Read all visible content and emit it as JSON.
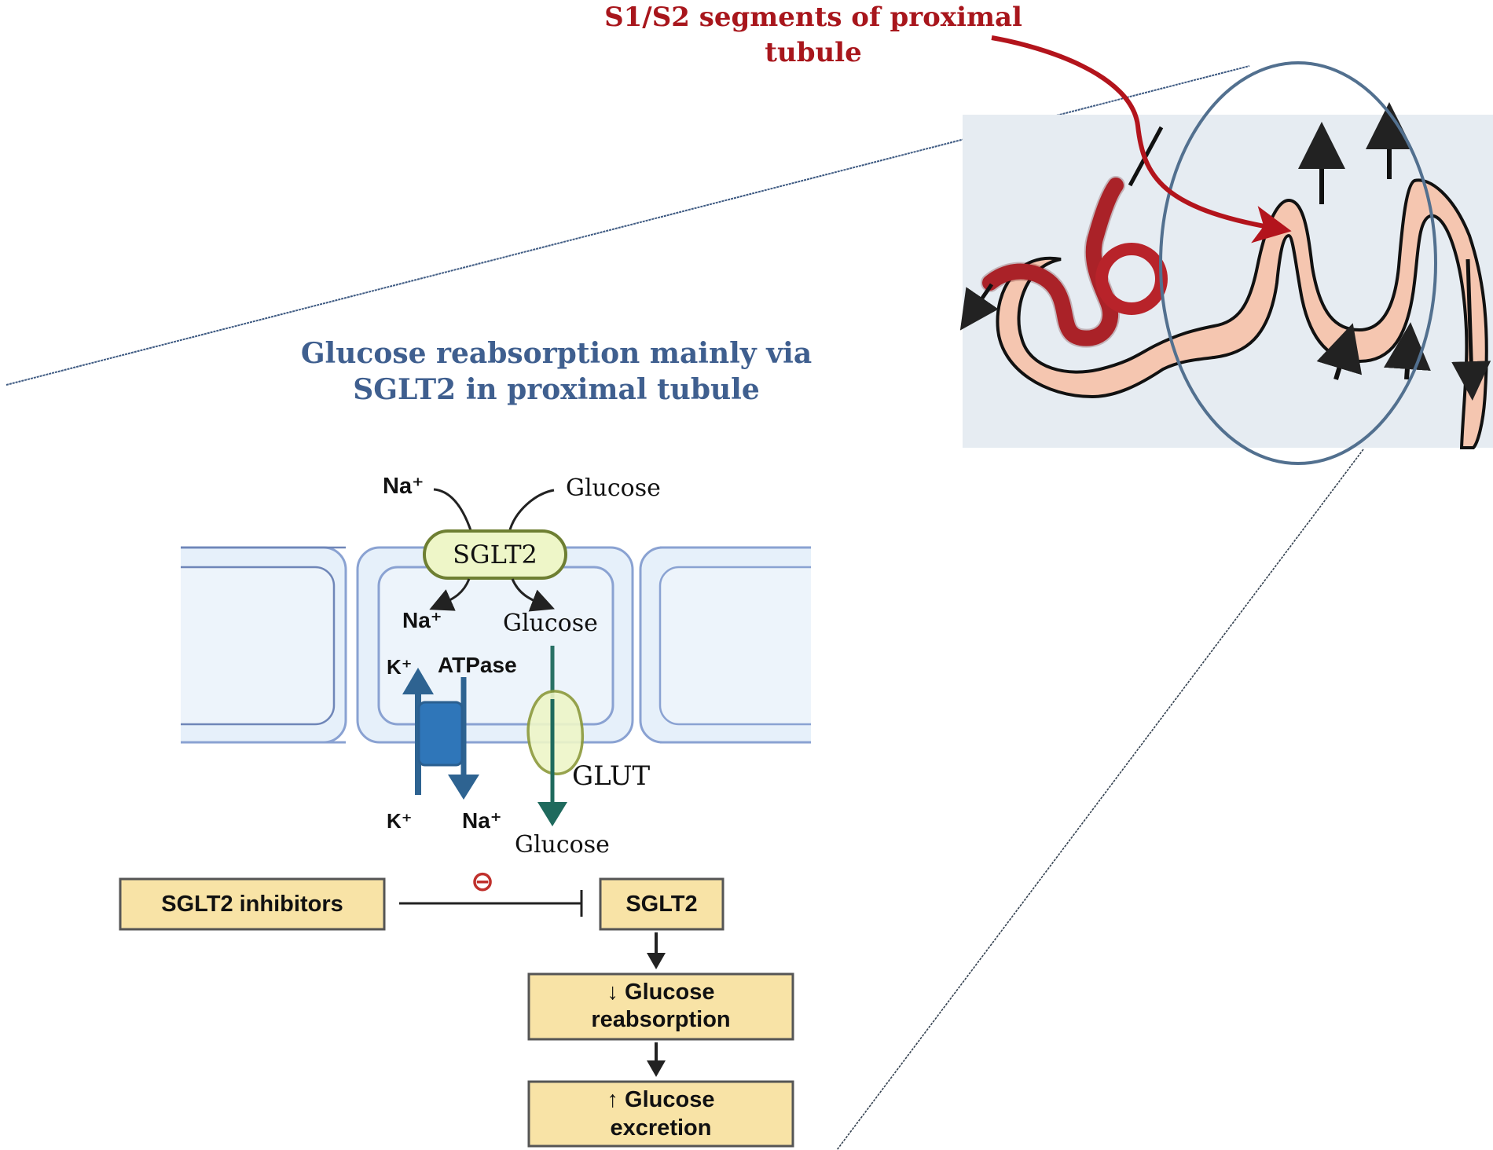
{
  "callout": {
    "label_line1": "S1/S2 segments of proximal",
    "label_line2": "tubule",
    "color": "#a8161c"
  },
  "title": {
    "line1": "Glucose reabsorption mainly via",
    "line2": "SGLT2 in proximal tubule",
    "color": "#3f5f8f"
  },
  "transport": {
    "na_in": "Na⁺",
    "glucose_in": "Glucose",
    "sglt2_label": "SGLT2",
    "na_out": "Na⁺",
    "glucose_out": "Glucose",
    "k_top": "K⁺",
    "atpase_label": "ATPase",
    "glut_label": "GLUT",
    "k_bottom": "K⁺",
    "na_bottom": "Na⁺",
    "glucose_bottom": "Glucose"
  },
  "flow": {
    "inhibitor_label": "SGLT2 inhibitors",
    "inhibition_symbol": "⊖",
    "target_label": "SGLT2",
    "step1_line1": "↓ Glucose",
    "step1_line2": "reabsorption",
    "step2_line1": "↑ Glucose",
    "step2_line2": "excretion",
    "box_fill": "#f8e3a6"
  },
  "colors": {
    "cell_fill": "#e6f0fa",
    "cell_stroke": "#8aa2d2",
    "sglt2_fill": "#eef6c8",
    "sglt2_stroke": "#6e7f32",
    "atpase_fill": "#2f76b9",
    "atpase_arrow": "#2e6391",
    "glut_arrow": "#1f6a5d",
    "tubule_fill": "#f5c6b0",
    "glomerulus": "#c42a30",
    "panel_bg": "#e6ecf2",
    "ellipse": "#52708f"
  }
}
